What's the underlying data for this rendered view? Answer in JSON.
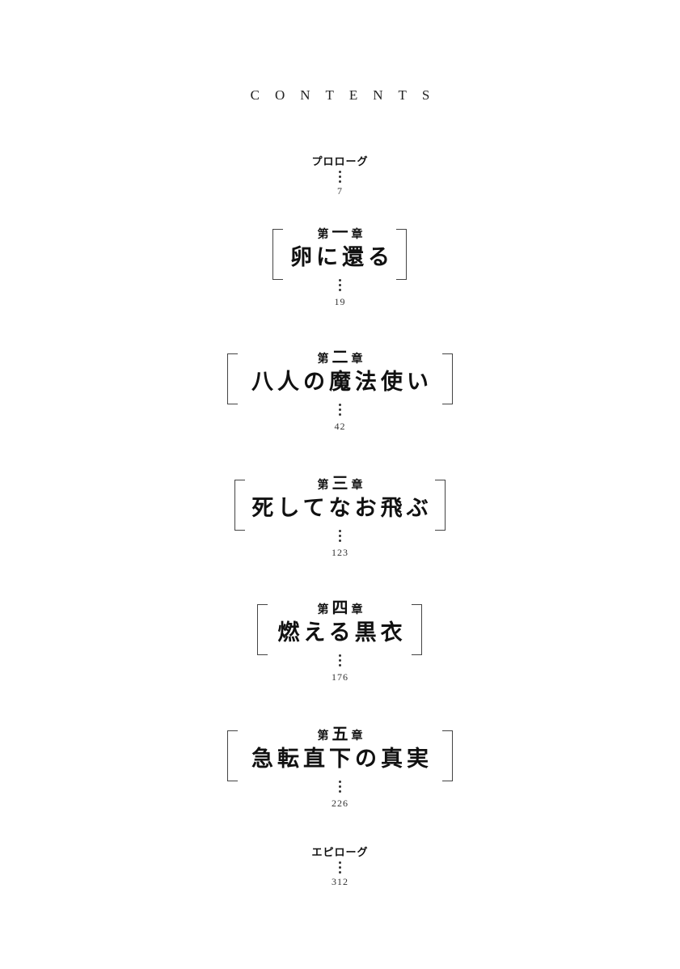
{
  "heading": "CONTENTS",
  "prologue": {
    "title": "プロローグ",
    "page": "7"
  },
  "chapters": [
    {
      "label_pre": "第",
      "label_num": "一",
      "label_post": "章",
      "title": "卵に還る",
      "page": "19"
    },
    {
      "label_pre": "第",
      "label_num": "二",
      "label_post": "章",
      "title": "八人の魔法使い",
      "page": "42"
    },
    {
      "label_pre": "第",
      "label_num": "三",
      "label_post": "章",
      "title": "死してなお飛ぶ",
      "page": "123"
    },
    {
      "label_pre": "第",
      "label_num": "四",
      "label_post": "章",
      "title": "燃える黒衣",
      "page": "176"
    },
    {
      "label_pre": "第",
      "label_num": "五",
      "label_post": "章",
      "title": "急転直下の真実",
      "page": "226"
    }
  ],
  "epilogue": {
    "title": "エピローグ",
    "page": "312"
  }
}
